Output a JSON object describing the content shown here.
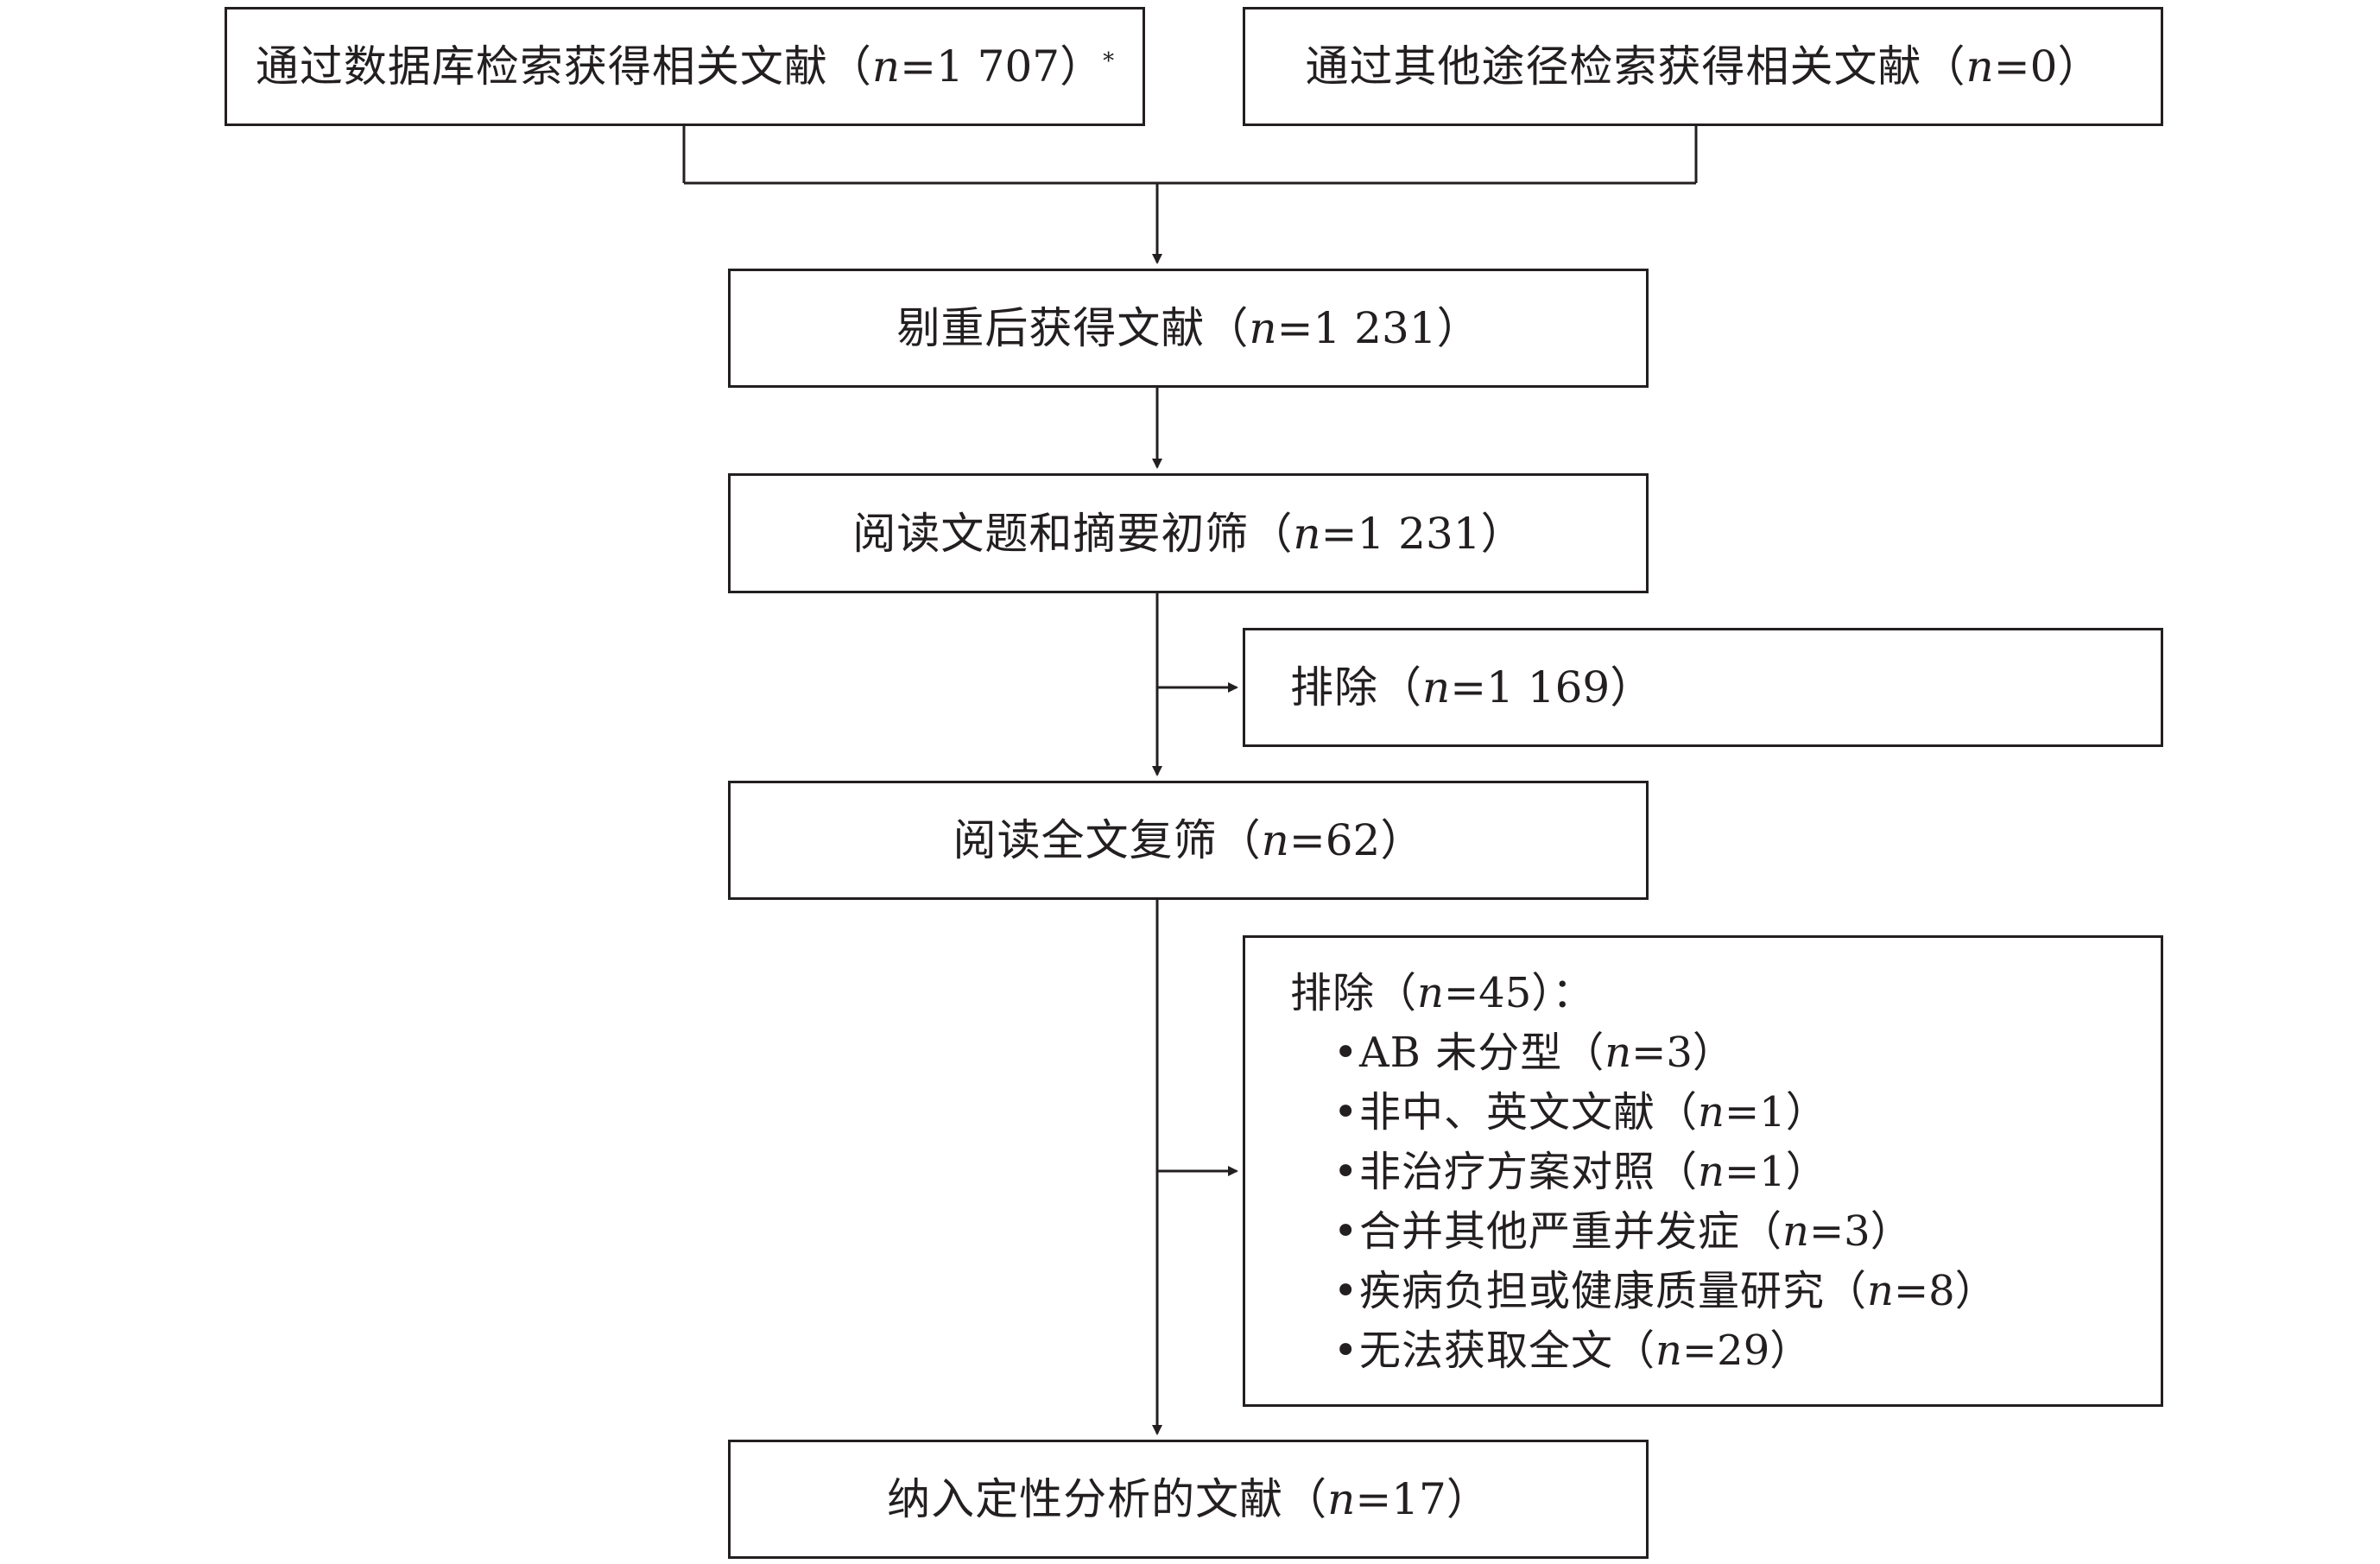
{
  "boxes": {
    "database": {
      "pre": "通过数据库检索获得相关文献（",
      "n_var": "n",
      "post": "=1 707）",
      "mark": "*"
    },
    "other": {
      "pre": "通过其他途径检索获得相关文献（",
      "n_var": "n",
      "post": "=0）"
    },
    "dedup": {
      "pre": "剔重后获得文献（",
      "n_var": "n",
      "post": "=1 231）"
    },
    "screen_title": {
      "pre": "阅读文题和摘要初筛（",
      "n_var": "n",
      "post": "=1 231）"
    },
    "exclude1": {
      "pre": "排除（",
      "n_var": "n",
      "post": "=1 169）"
    },
    "fulltext": {
      "pre": "阅读全文复筛（",
      "n_var": "n",
      "post": "=62）"
    },
    "exclude2": {
      "heading_pre": "排除（",
      "heading_n_var": "n",
      "heading_post": "=45）：",
      "items": [
        {
          "bullet": "•",
          "pre": "AB 未分型（",
          "n_var": "n",
          "post": "=3）"
        },
        {
          "bullet": "•",
          "pre": "非中、英文文献（",
          "n_var": "n",
          "post": "=1）"
        },
        {
          "bullet": "•",
          "pre": "非治疗方案对照（",
          "n_var": "n",
          "post": "=1）"
        },
        {
          "bullet": "•",
          "pre": "合并其他严重并发症（",
          "n_var": "n",
          "post": "=3）"
        },
        {
          "bullet": "•",
          "pre": "疾病负担或健康质量研究（",
          "n_var": "n",
          "post": "=8）"
        },
        {
          "bullet": "•",
          "pre": "无法获取全文（",
          "n_var": "n",
          "post": "=29）"
        }
      ]
    },
    "included": {
      "pre": "纳入定性分析的文献（",
      "n_var": "n",
      "post": "=17）"
    }
  },
  "colors": {
    "line": "#231f20",
    "background": "#ffffff"
  }
}
